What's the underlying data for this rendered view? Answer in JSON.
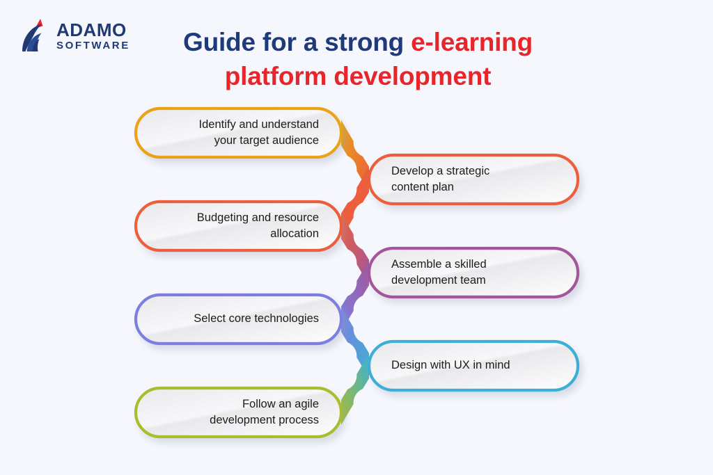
{
  "background_color": "#f6f7fd",
  "brand": {
    "logo_icon": "adamo-swoosh-logo",
    "name_primary": "ADAMO",
    "name_secondary": "SOFTWARE",
    "navy": "#1f3a73",
    "red": "#e8252b"
  },
  "header": {
    "title_line1_navy": "Guide for a strong ",
    "title_line1_red": "e-learning",
    "title_line2_red": "platform development",
    "navy_color": "#1e3a7b",
    "red_color": "#e8252b"
  },
  "flow": {
    "type": "zigzag-process-chain",
    "steps": [
      {
        "index": 1,
        "label": "Identify and understand\nyour target audience",
        "side": "left",
        "align": "right",
        "color": "#e8a317",
        "color_name": "amber"
      },
      {
        "index": 2,
        "label": "Develop a strategic\ncontent plan",
        "side": "right",
        "align": "left",
        "color": "#ec5e3c",
        "color_name": "orange-red"
      },
      {
        "index": 3,
        "label": "Budgeting and resource\nallocation",
        "side": "left",
        "align": "right",
        "color": "#ec5e3c",
        "color_name": "orange-red"
      },
      {
        "index": 4,
        "label": "Assemble a skilled\ndevelopment team",
        "side": "right",
        "align": "left",
        "color": "#a3569b",
        "color_name": "purple"
      },
      {
        "index": 5,
        "label": "Select core technologies",
        "side": "left",
        "align": "right",
        "color": "#7b7fe0",
        "color_name": "periwinkle"
      },
      {
        "index": 6,
        "label": "Design with UX in mind",
        "side": "right",
        "align": "left",
        "color": "#3eafd4",
        "color_name": "cyan"
      },
      {
        "index": 7,
        "label": "Follow an agile\ndevelopment process",
        "side": "left",
        "align": "right",
        "color": "#a8be2e",
        "color_name": "olive-green"
      }
    ],
    "connector_colors": [
      "#e8a317",
      "#ec5e3c",
      "#d9486a",
      "#a3569b",
      "#7b7fe0",
      "#3eafd4",
      "#a8be2e"
    ],
    "pill_fill_light": "#f7f7f9",
    "pill_fill_dark": "#e9e9ec"
  }
}
